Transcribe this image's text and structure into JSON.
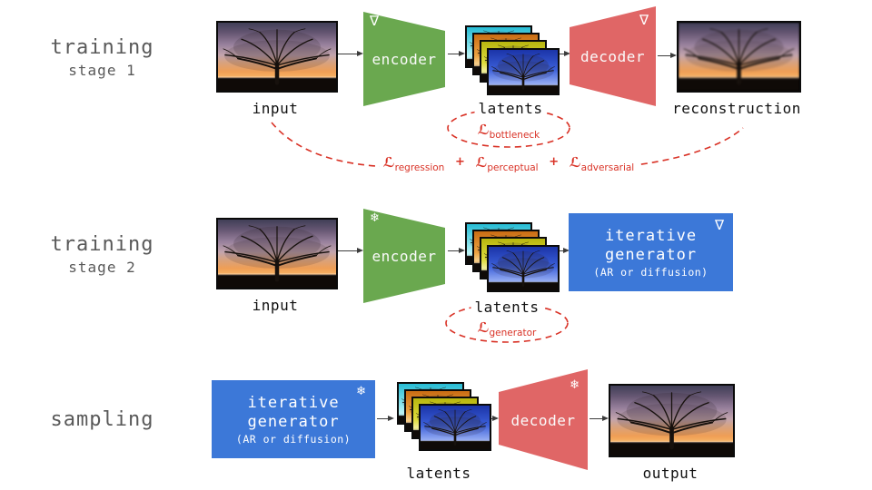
{
  "icons": {
    "trainable_nabla": "∇",
    "frozen_snowflake": "❄"
  },
  "colors": {
    "encoder_green": "#6aa84f",
    "decoder_red": "#e06666",
    "generator_blue": "#3c78d8",
    "loss_red": "#d93226",
    "heading_gray": "#595959",
    "arrow_gray": "#3c3c3c"
  },
  "headings": {
    "stage1_title": "training",
    "stage1_subtitle": "stage 1",
    "stage2_title": "training",
    "stage2_subtitle": "stage 2",
    "sampling_title": "sampling"
  },
  "modules": {
    "encoder": "encoder",
    "decoder": "decoder",
    "generator_line1": "iterative",
    "generator_line2": "generator",
    "generator_subtitle": "(AR or diffusion)"
  },
  "captions": {
    "input": "input",
    "latents": "latents",
    "reconstruction": "reconstruction",
    "output": "output"
  },
  "losses": {
    "symbol": "ℒ",
    "plus": "+",
    "bottleneck_sub": "bottleneck",
    "generator_sub": "generator",
    "regression_sub": "regression",
    "perceptual_sub": "perceptual",
    "adversarial_sub": "adversarial"
  }
}
